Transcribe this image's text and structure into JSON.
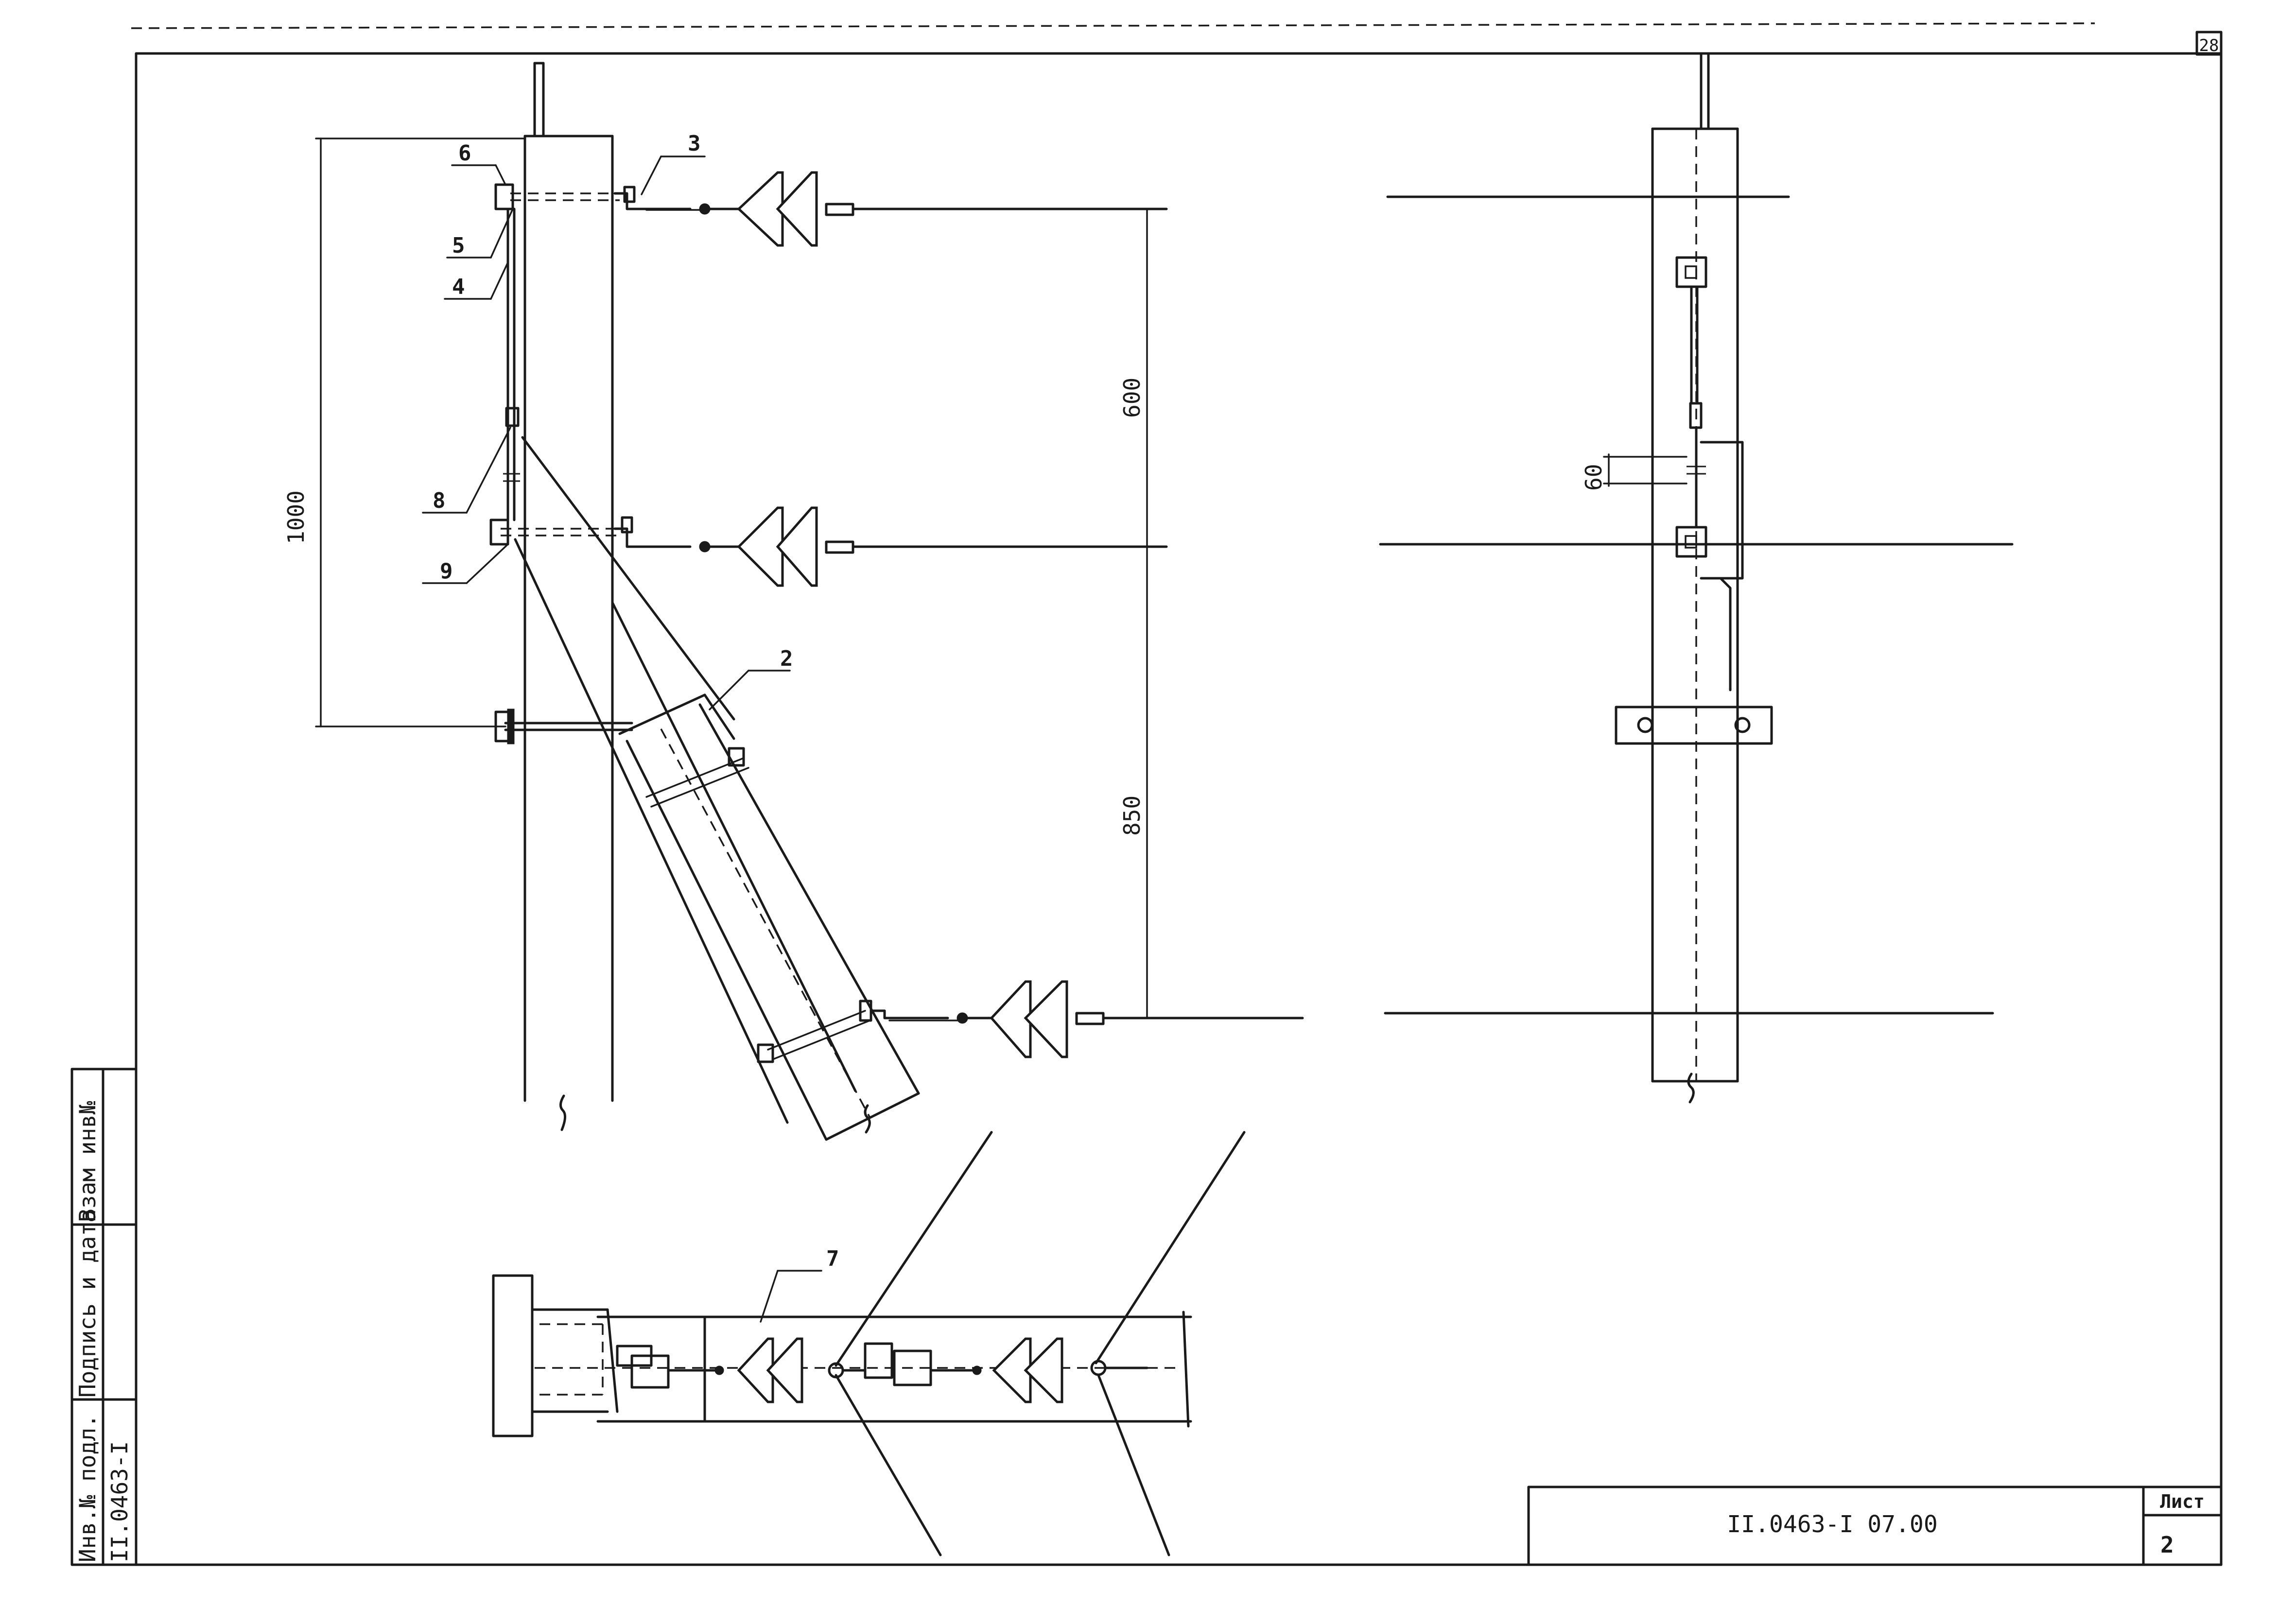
{
  "sheet_corner_number": "28",
  "labels": {
    "l2": "2",
    "l3": "3",
    "l4": "4",
    "l5": "5",
    "l6": "6",
    "l7": "7",
    "l8": "8",
    "l9": "9"
  },
  "dimensions": {
    "height_1000": "1000",
    "spacing_600": "600",
    "spacing_850": "850",
    "gap_60": "60"
  },
  "side_stamp": {
    "inv_label": "Инв.№ подл.",
    "sign_label": "Подпись и дата",
    "replace_label": "Взам инв№",
    "inv_value": "II.0463-I"
  },
  "title_block": {
    "doc_code": "II.0463-I 07.00",
    "sheet_label": "Лист",
    "sheet_number": "2"
  }
}
